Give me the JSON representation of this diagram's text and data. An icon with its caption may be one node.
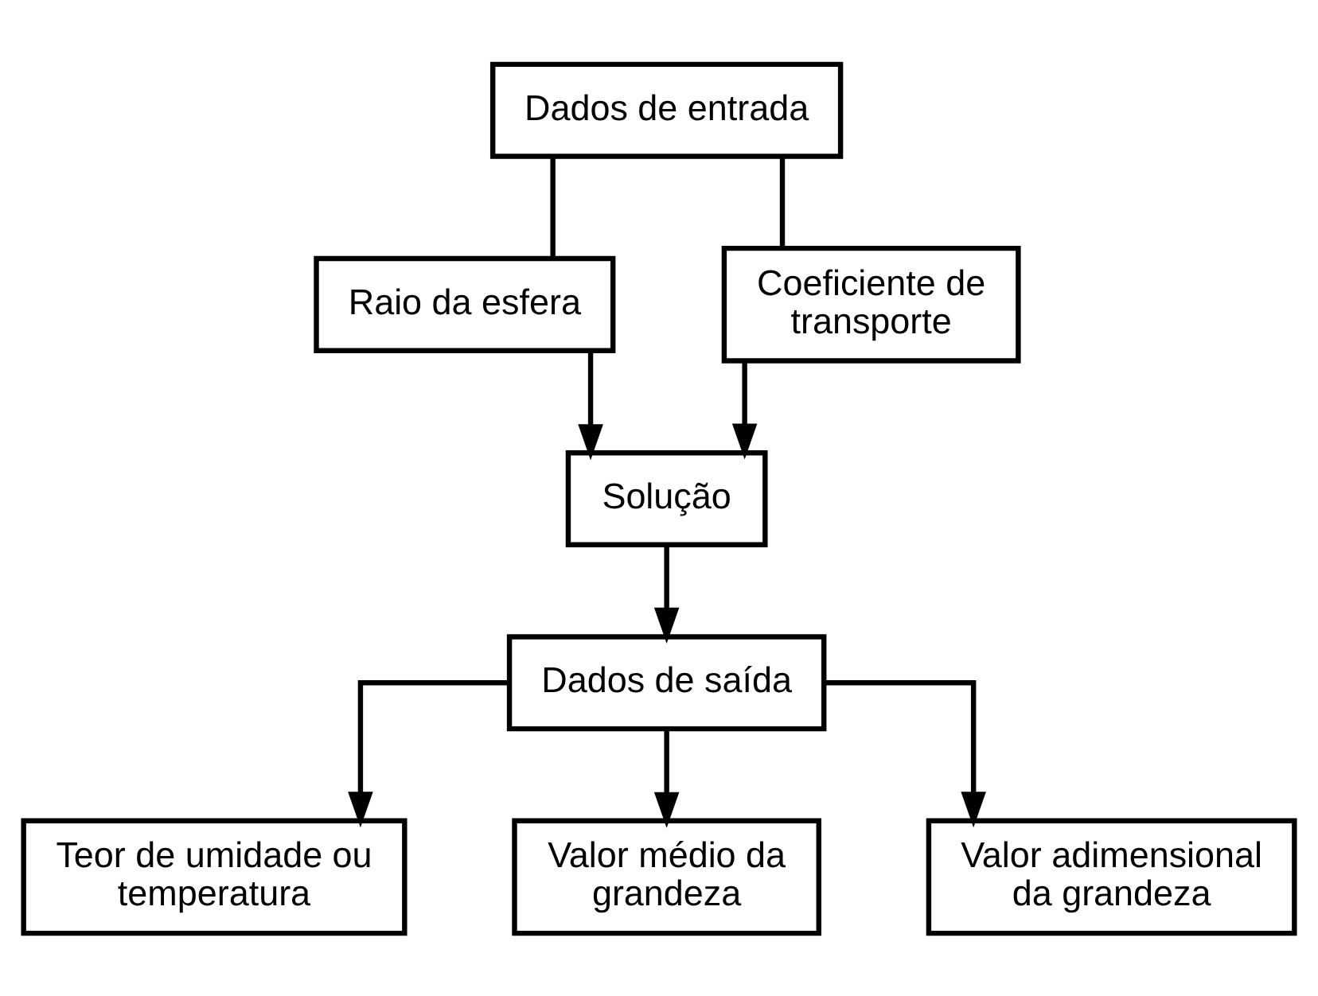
{
  "diagram": {
    "nodes": [
      {
        "text": [
          "Dados de entrada"
        ]
      },
      {
        "text": [
          "Raio da esfera"
        ]
      },
      {
        "text": [
          "Coeficiente de transporte"
        ]
      },
      {
        "text": [
          "Solução"
        ]
      },
      {
        "text": [
          "Dados de saída"
        ]
      },
      {
        "text": [
          "Teor de umidade ou temperatura"
        ]
      },
      {
        "text": [
          "Valor médio da grandeza"
        ]
      },
      {
        "text": [
          "Valor adimensional da grandeza"
        ]
      }
    ],
    "edges": [
      {
        "from": 0,
        "to": 1,
        "arrow": "none"
      },
      {
        "from": 0,
        "to": 2,
        "arrow": "none"
      },
      {
        "from": 1,
        "to": 3,
        "arrow": "to"
      },
      {
        "from": 2,
        "to": 3,
        "arrow": "to"
      },
      {
        "from": 3,
        "to": 4,
        "arrow": "to"
      },
      {
        "from": 4,
        "to": 5,
        "arrow": "to"
      },
      {
        "from": 4,
        "to": 6,
        "arrow": "to"
      },
      {
        "from": 4,
        "to": 7,
        "arrow": "to"
      }
    ]
  }
}
